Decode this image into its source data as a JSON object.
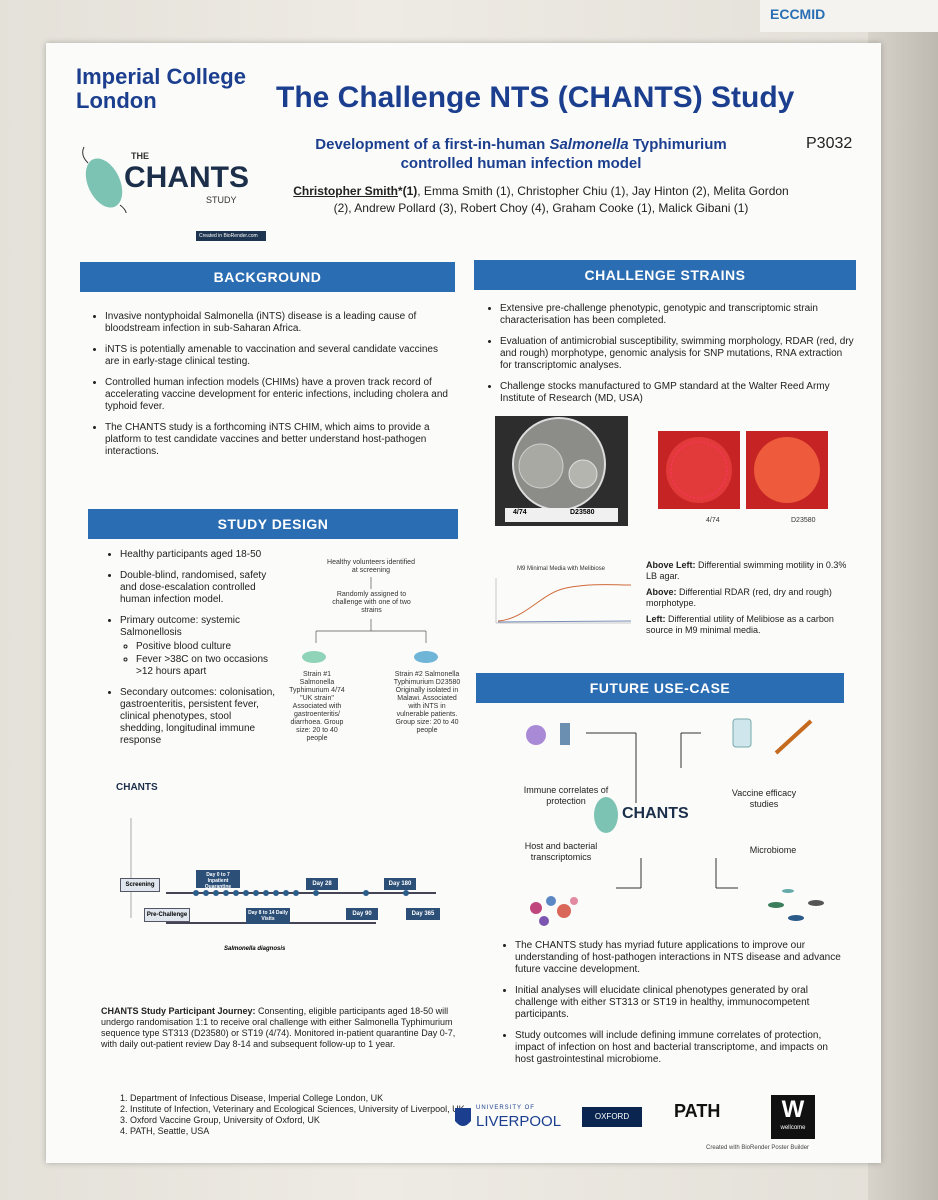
{
  "conference": {
    "name": "ECCMID"
  },
  "poster": {
    "institution": "Imperial College London",
    "title": "The Challenge NTS (CHANTS) Study",
    "subtitle_pre": "Development of a first-in-human ",
    "subtitle_italic": "Salmonella",
    "subtitle_post": " Typhimurium controlled human infection model",
    "poster_number": "P3032",
    "lead_author": "Christopher Smith",
    "lead_author_affil": "*(1)",
    "authors_rest": ", Emma Smith (1), Christopher Chiu (1), Jay Hinton (2), Melita Gordon (2), Andrew Pollard (3), Robert Choy (4), Graham Cooke (1), Malick Gibani (1)",
    "chants_logo": {
      "the": "THE",
      "name": "CHANTS",
      "study": "STUDY"
    },
    "biorender_badge": "Created in BioRender.com"
  },
  "background": {
    "heading": "BACKGROUND",
    "items": [
      "Invasive nontyphoidal Salmonella (iNTS) disease is a leading cause of bloodstream infection in sub-Saharan Africa.",
      "iNTS is potentially amenable to vaccination and several candidate vaccines are in early-stage clinical testing.",
      "Controlled human infection models (CHIMs) have a proven track record of accelerating vaccine development for enteric infections, including cholera and typhoid fever.",
      "The CHANTS study is a forthcoming iNTS CHIM, which aims to provide a platform to test candidate vaccines and better understand host-pathogen interactions."
    ]
  },
  "study_design": {
    "heading": "STUDY DESIGN",
    "items": [
      "Healthy participants aged 18-50",
      "Double-blind, randomised, safety and dose-escalation controlled human infection model.",
      "Primary outcome: systemic Salmonellosis",
      "Secondary outcomes: colonisation, gastroenteritis, persistent fever, clinical phenotypes, stool shedding, longitudinal immune response"
    ],
    "primary_sub": [
      "Positive blood culture",
      "Fever >38C on two occasions >12 hours apart"
    ],
    "flow": {
      "top": "Healthy volunteers identified at screening",
      "mid": "Randomly assigned to challenge with one of two strains",
      "strain1": "Strain #1 Salmonella Typhimurium 4/74 \"UK strain\" Associated with gastroenteritis/ diarrhoea. Group size: 20 to 40 people",
      "strain2": "Strain #2 Salmonella Typhimurium D23580 Originally isolated in Malawi. Associated with iNTS in vulnerable patients. Group size: 20 to 40 people"
    },
    "journey": {
      "logo": "CHANTS",
      "screening": "Screening",
      "prechallenge": "Pre-Challenge",
      "quarantine": "Day 0 to 7 Inpatient Quarantine",
      "daily": "Day 8 to 14 Daily Visits",
      "d28": "Day 28",
      "d90": "Day 90",
      "d180": "Day 180",
      "d365": "Day 365",
      "diagnosis": "Salmonella diagnosis"
    },
    "caption_bold": "CHANTS Study Participant Journey:",
    "caption_text": " Consenting, eligible participants aged 18-50 will undergo randomisation 1:1 to receive oral challenge with either Salmonella Typhimurium sequence type ST313 (D23580) or ST19 (4/74). Monitored in-patient quarantine Day 0-7, with daily out-patient review Day 8-14 and subsequent follow-up to 1 year."
  },
  "challenge_strains": {
    "heading": "CHALLENGE STRAINS",
    "items": [
      "Extensive pre-challenge phenotypic, genotypic and transcriptomic strain characterisation has been completed.",
      "Evaluation of antimicrobial susceptibility, swimming morphology, RDAR (red, dry and rough) morphotype, genomic analysis for SNP mutations, RNA extraction for transcriptomic analyses.",
      "Challenge stocks manufactured to GMP standard at the Walter Reed Army Institute of Research (MD, USA)"
    ],
    "plate_labels": [
      "4/74",
      "D23580"
    ],
    "rdar_labels": [
      "4/74",
      "D23580"
    ],
    "growth_title": "M9 Minimal Media with Melibiose",
    "captions": [
      {
        "bold": "Above Left:",
        "text": " Differential swimming motility in 0.3% LB agar."
      },
      {
        "bold": "Above:",
        "text": " Differential RDAR (red, dry and rough) morphotype."
      },
      {
        "bold": "Left:",
        "text": " Differential utility of Melibiose as a carbon source in M9 minimal media."
      }
    ]
  },
  "future": {
    "heading": "FUTURE USE-CASE",
    "labels": {
      "immune": "Immune correlates of protection",
      "vaccine": "Vaccine efficacy studies",
      "host": "Host and bacterial transcriptomics",
      "microbiome": "Microbiome"
    },
    "items": [
      "The CHANTS study has myriad future applications to improve our understanding of host-pathogen interactions in NTS disease and advance future vaccine development.",
      "Initial analyses will elucidate clinical phenotypes generated by oral challenge with either ST313 or ST19 in healthy, immunocompetent participants.",
      "Study outcomes will include defining immune correlates of protection, impact of infection on host and bacterial transcriptome, and impacts on host gastrointestinal microbiome."
    ]
  },
  "references": [
    "Department of Infectious Disease, Imperial College London, UK",
    "Institute of Infection, Veterinary and Ecological Sciences, University of Liverpool, UK",
    "Oxford Vaccine Group, University of Oxford, UK",
    "PATH, Seattle, USA"
  ],
  "logos": {
    "liverpool_top": "UNIVERSITY OF",
    "liverpool": "LIVERPOOL",
    "oxford": "OXFORD",
    "path": "PATH",
    "wellcome": "wellcome"
  },
  "footer": "Created with BioRender Poster Builder",
  "colors": {
    "accent": "#2b6db2",
    "title": "#1b3f8e",
    "chants_green": "#7cc3b3"
  }
}
